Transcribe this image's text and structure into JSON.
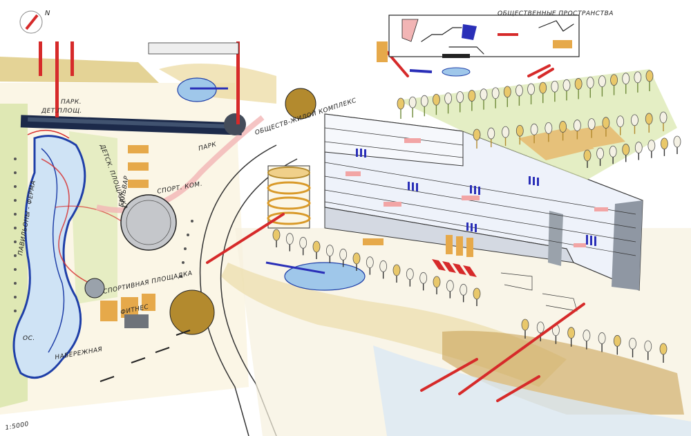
{
  "labels": {
    "north": "N",
    "public_spaces": "ОБЩЕСТВЕННЫЕ ПРОСТРАНСТВА",
    "park": "ПАРК.",
    "kids_playground": "ДЕТ.ПЛОЩ.",
    "kids_pad": "ДЕТСК. ПЛОЩАДКА",
    "park2": "ПАРК",
    "boulevard": "БУЛЬВАР",
    "sport_complex": "СПОРТ. КОМ.",
    "residential": "ОБЩЕСТВ-ЖИЛОЙ КОМПЛЕКС",
    "pavilions": "ПАВИЛЬОНЫ - ФЕРМА",
    "sport_ground": "СПОРТИВНАЯ ПЛОЩАДКА",
    "fitness": "ФИТНЕС",
    "island": "ОС.",
    "embankment": "НАБЕРЕЖНАЯ",
    "scale": "1:5000"
  },
  "colors": {
    "ink": "#222222",
    "water": "#9fc7ea",
    "water_edge": "#1f3fa8",
    "ochre": "#b38a2e",
    "sand": "#e6c17a",
    "green": "#a9c94f",
    "red": "#d62a2a",
    "blue": "#2a2fb8",
    "pink": "#f2b5b5",
    "gray": "#9aa2ab",
    "navy": "#1c2a4a"
  }
}
